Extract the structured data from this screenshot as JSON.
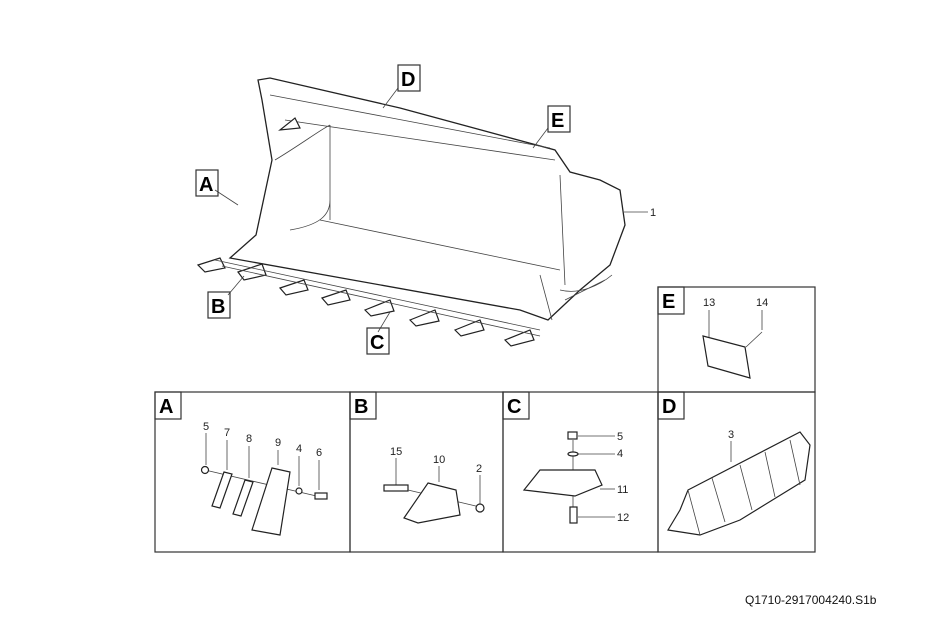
{
  "main_view": {
    "part_number": "1",
    "callouts": [
      "A",
      "B",
      "C",
      "D",
      "E"
    ]
  },
  "panels": {
    "A": {
      "label": "A",
      "parts": [
        "5",
        "7",
        "8",
        "9",
        "4",
        "6"
      ]
    },
    "B": {
      "label": "B",
      "parts": [
        "15",
        "10",
        "2"
      ]
    },
    "C": {
      "label": "C",
      "parts": [
        "5",
        "4",
        "11",
        "12"
      ]
    },
    "D": {
      "label": "D",
      "parts": [
        "3"
      ]
    },
    "E": {
      "label": "E",
      "parts": [
        "13",
        "14"
      ]
    }
  },
  "drawing_code": "Q1710-2917004240.S1b"
}
